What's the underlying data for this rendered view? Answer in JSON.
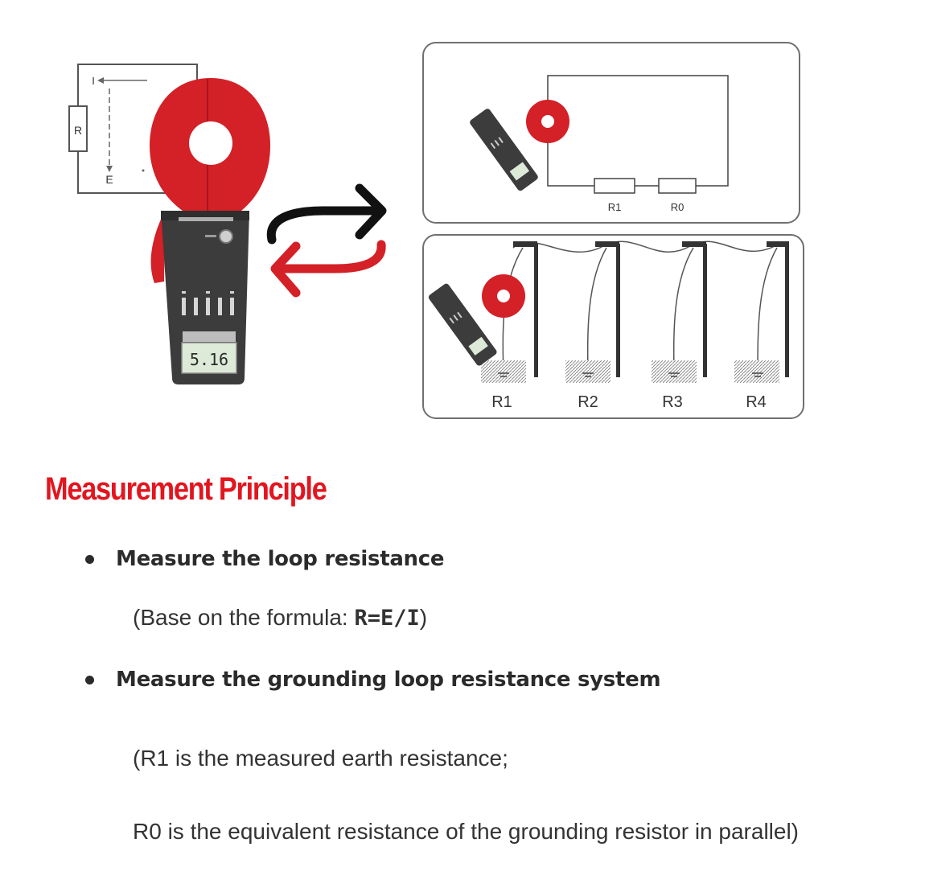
{
  "diagram": {
    "left_circuit": {
      "resistor_label": "R",
      "current_label": "I",
      "voltage_label": "E"
    },
    "meter_display": "5.16",
    "loop_diagram": {
      "resistor_1": "R1",
      "resistor_0": "R0"
    },
    "ground_diagram": {
      "electrodes": [
        "R1",
        "R2",
        "R3",
        "R4"
      ]
    },
    "colors": {
      "clamp_red": "#d42027",
      "meter_body": "#3c3c3c",
      "arrow_black": "#111111",
      "arrow_red": "#d42027",
      "lcd_green": "#dcead7"
    }
  },
  "section": {
    "title": "Measurement Principle",
    "title_color": "#e3151f",
    "bullets": [
      {
        "heading": "Measure the loop resistance",
        "note_prefix": "(Base on the formula: ",
        "formula": "R=E/I",
        "note_suffix": ")"
      },
      {
        "heading": "Measure the grounding loop resistance system",
        "note_line1": "(R1 is the measured earth resistance;",
        "note_line2": "R0 is the equivalent resistance of the grounding resistor in parallel)"
      }
    ]
  }
}
